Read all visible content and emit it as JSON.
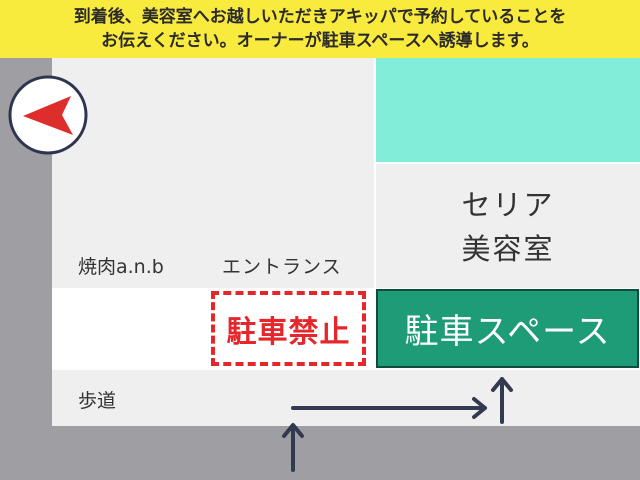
{
  "banner": {
    "line1": "到着後、美容室へお越しいただきアキッパで予約していることを",
    "line2": "お伝えください。オーナーが駐車スペースへ誘導します。"
  },
  "map": {
    "shop_left": "焼肉a.n.b",
    "entrance": "エントランス",
    "salon_line1": "セリア",
    "salon_line2": "美容室",
    "no_parking": "駐車禁止",
    "parking_space": "駐車スペース",
    "sidewalk": "歩道"
  },
  "icons": {
    "compass": "north-arrow-icon",
    "route": "route-arrow-icon"
  },
  "colors": {
    "banner": "#f9ea3e",
    "road": "#9e9ea3",
    "parking": "#1e9b77",
    "no_parking": "#e5262a",
    "teal_area": "#82eed9",
    "arrow": "#333a4f"
  }
}
